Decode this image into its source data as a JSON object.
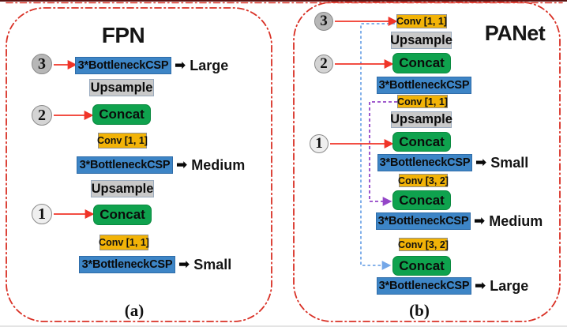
{
  "colors": {
    "csp_blue": "#3d85c6",
    "concat_green": "#0fa24e",
    "conv_gold": "#f2b307",
    "upsample_gray": "#c9c9c9",
    "panel_border_red": "#d93025",
    "arrow_red": "#f03428",
    "skip_connection_blue": "#74a7e8",
    "skip_connection_purple": "#9446c8",
    "black_arrow": "#0a0a0a"
  },
  "icons": {
    "output_arrow": "➡"
  },
  "panel_a": {
    "title": "FPN",
    "caption": "(a)",
    "sources": [
      {
        "label": "3"
      },
      {
        "label": "2"
      },
      {
        "label": "1"
      }
    ],
    "nodes": {
      "csp_large": "3*BottleneckCSP",
      "out_large": "Large",
      "upsample_1": "Upsample",
      "concat_1": "Concat",
      "conv_1": "Conv [1, 1]",
      "csp_medium": "3*BottleneckCSP",
      "out_medium": "Medium",
      "upsample_2": "Upsample",
      "concat_2": "Concat",
      "conv_2": "Conv [1, 1]",
      "csp_small": "3*BottleneckCSP",
      "out_small": "Small"
    }
  },
  "panel_b": {
    "title": "PANet",
    "caption": "(b)",
    "sources": [
      {
        "label": "3"
      },
      {
        "label": "2"
      },
      {
        "label": "1"
      }
    ],
    "nodes": {
      "conv_top": "Conv [1, 1]",
      "upsample_1": "Upsample",
      "concat_1": "Concat",
      "csp_1": "3*BottleneckCSP",
      "conv_mid": "Conv [1, 1]",
      "upsample_2": "Upsample",
      "concat_2": "Concat",
      "csp_small": "3*BottleneckCSP",
      "out_small": "Small",
      "conv_stride_1": "Conv [3, 2]",
      "concat_3": "Concat",
      "csp_medium": "3*BottleneckCSP",
      "out_medium": "Medium",
      "conv_stride_2": "Conv [3, 2]",
      "concat_4": "Concat",
      "csp_large": "3*BottleneckCSP",
      "out_large": "Large"
    }
  }
}
